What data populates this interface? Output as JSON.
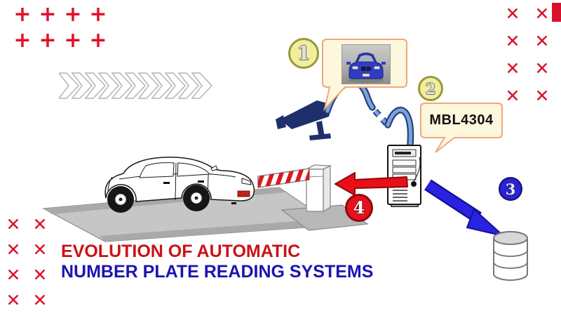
{
  "title": {
    "line1": "EVOLUTION OF AUTOMATIC",
    "line2": "NUMBER PLATE READING SYSTEMS"
  },
  "callouts": {
    "plate_value": "MBL4304"
  },
  "badges": [
    {
      "id": "step-1",
      "label": "1",
      "fill": "#f1ef9d",
      "border": "#98983b"
    },
    {
      "id": "step-2",
      "label": "2",
      "fill": "#f1ef9d",
      "border": "#98983b"
    },
    {
      "id": "step-3",
      "label": "3",
      "fill": "#2a22d4",
      "border": "#131366"
    },
    {
      "id": "step-4",
      "label": "4",
      "fill": "#e8101c",
      "border": "#8f0a10"
    }
  ],
  "decorations": {
    "plus_grid_top_left": {
      "glyph": "+",
      "rows": 2,
      "cols": 4
    },
    "cross_grid_top_right": {
      "glyph": "✕",
      "rows": 4,
      "cols": 2
    },
    "cross_grid_bottom_left": {
      "glyph": "✕",
      "rows": 4,
      "cols": 2
    },
    "chevron_row": {
      "count": 11
    }
  },
  "colors": {
    "accent_red": "#d8112a",
    "title_red": "#cb1118",
    "title_blue": "#1d13b2",
    "bubble_fill": "#fdf7dd",
    "bubble_border": "#f0a87a",
    "camera_navy": "#1f2f6e",
    "cable_blue": "#7aa3da",
    "arrow_red": "#e90f17",
    "arrow_blue": "#2a22e2",
    "road_gray": "#c6c6c6"
  },
  "icons": {
    "camera": "cctv-camera-icon",
    "computer": "computer-tower-icon",
    "database": "database-cylinder-icon",
    "car": "car-illustration",
    "barrier": "gate-barrier-icon"
  }
}
